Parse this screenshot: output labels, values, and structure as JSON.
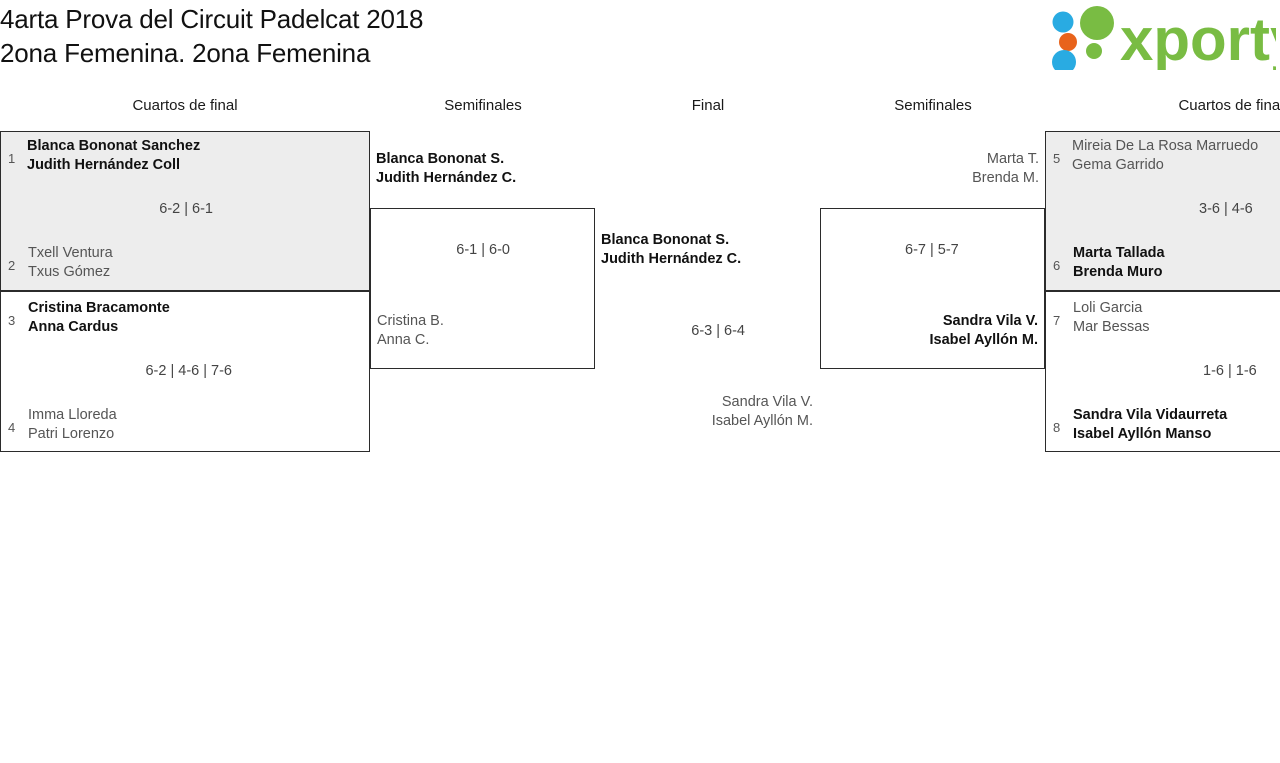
{
  "header": {
    "title_line1": "4arta Prova del Circuit Padelcat 2018",
    "title_line2": "2ona Femenina. 2ona Femenina",
    "logo_text": "xporty",
    "logo_colors": {
      "green": "#79bc43",
      "blue": "#29abe2",
      "orange": "#e8631b"
    }
  },
  "rounds": {
    "qf_left": "Cuartos de final",
    "sf_left": "Semifinales",
    "final": "Final",
    "sf_right": "Semifinales",
    "qf_right": "Cuartos de final"
  },
  "bracket": {
    "qf_left": [
      {
        "seed_a": "1",
        "a_line1": "Blanca Bononat Sanchez",
        "a_line2": "Judith Hernández Coll",
        "a_winner": true,
        "score": "6-2 | 6-1",
        "seed_b": "2",
        "b_line1": "Txell Ventura",
        "b_line2": "Txus Gómez",
        "b_winner": false
      },
      {
        "seed_a": "3",
        "a_line1": "Cristina Bracamonte",
        "a_line2": "Anna Cardus",
        "a_winner": true,
        "score": "6-2 | 4-6 | 7-6",
        "seed_b": "4",
        "b_line1": "Imma Lloreda",
        "b_line2": "Patri Lorenzo",
        "b_winner": false
      }
    ],
    "sf_left": {
      "a_line1": "Blanca Bononat S.",
      "a_line2": "Judith Hernández C.",
      "a_winner": true,
      "score": "6-1 | 6-0",
      "b_line1": "Cristina B.",
      "b_line2": "Anna C.",
      "b_winner": false
    },
    "final": {
      "a_line1": "Blanca Bononat S.",
      "a_line2": "Judith Hernández C.",
      "a_winner": true,
      "score": "6-3 | 6-4",
      "b_line1": "Sandra Vila V.",
      "b_line2": "Isabel Ayllón M.",
      "b_winner": false
    },
    "sf_right": {
      "a_line1": "Marta T.",
      "a_line2": "Brenda M.",
      "a_winner": false,
      "score": "6-7 | 5-7",
      "b_line1": "Sandra Vila V.",
      "b_line2": "Isabel Ayllón M.",
      "b_winner": true
    },
    "qf_right": [
      {
        "seed_a": "5",
        "a_line1": "Mireia De La Rosa Marruedo",
        "a_line2": "Gema Garrido",
        "a_winner": false,
        "score": "3-6 | 4-6",
        "seed_b": "6",
        "b_line1": "Marta Tallada",
        "b_line2": "Brenda Muro",
        "b_winner": true
      },
      {
        "seed_a": "7",
        "a_line1": "Loli Garcia",
        "a_line2": "Mar Bessas",
        "a_winner": false,
        "score": "1-6 | 1-6",
        "seed_b": "8",
        "b_line1": "Sandra Vila Vidaurreta",
        "b_line2": "Isabel Ayllón Manso",
        "b_winner": true
      }
    ]
  }
}
